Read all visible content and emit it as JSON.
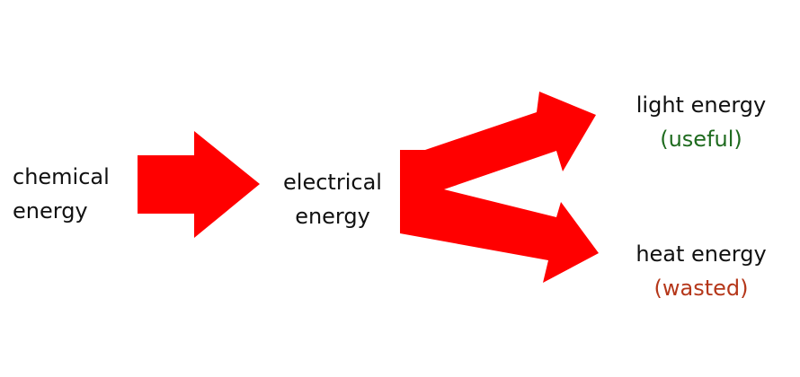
{
  "nodes": {
    "chemical": {
      "line1": "chemical",
      "line2": "energy"
    },
    "electrical": {
      "line1": "electrical",
      "line2": "energy"
    },
    "light": {
      "line1": "light energy",
      "line2": "(useful)"
    },
    "heat": {
      "line1": "heat energy",
      "line2": "(wasted)"
    }
  },
  "colors": {
    "arrow": "#ff0000",
    "text": "#111111",
    "useful": "#1f6b1f",
    "wasted": "#b5371a"
  }
}
